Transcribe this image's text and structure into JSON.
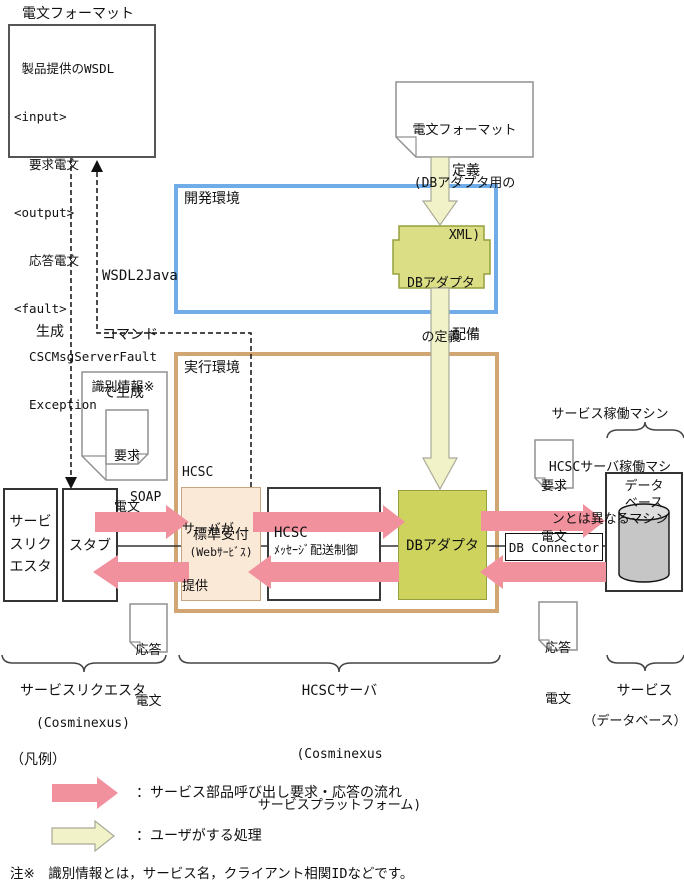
{
  "colors": {
    "pink": "#F2919E",
    "cream": "#F2F2C9",
    "cream-border": "#A9A99A",
    "olive": "#CDD35C",
    "olive-light": "#DBDE85",
    "olive-border": "#96A03C",
    "blue": "#6FACE8",
    "tan": "#D2A672",
    "peach": "#FBE9D8",
    "peach-border": "#C8A482"
  },
  "wsdl_box": {
    "title": "電文フォーマット",
    "lines": [
      " 製品提供のWSDL",
      "<input>",
      "  要求電文",
      "<output>",
      "  応答電文",
      "<fault>",
      "  CSCMsgServerFault",
      "  Exception"
    ]
  },
  "gen_label": "生成",
  "wsdl2java_label": {
    "lines": [
      "WSDL2Java",
      "コマンド",
      "で生成"
    ]
  },
  "xml_doc": {
    "lines": [
      "電文フォーマット",
      "(DBアダプタ用の",
      "XML)"
    ]
  },
  "define_label": "定義",
  "deploy_label": "配備",
  "dev_env": {
    "title": "開発環境",
    "db_adapter_def": {
      "lines": [
        "DBアダプタ",
        "の定義"
      ]
    }
  },
  "run_env": {
    "title": "実行環境",
    "provided_label": {
      "lines": [
        "HCSC",
        "サーバが",
        "提供"
      ]
    }
  },
  "id_doc": {
    "title": "識別情報※",
    "inner": {
      "lines": [
        "要求",
        "電文"
      ]
    }
  },
  "requester_box": {
    "lines": [
      "サービ",
      "スリク",
      "エスタ"
    ]
  },
  "stub_box": {
    "label": "スタブ"
  },
  "soap_label": "SOAP",
  "reception_box": {
    "line1": "標準受付",
    "line2": "(Webｻｰﾋﾞｽ)"
  },
  "hcsc_box": {
    "line1": "HCSC",
    "line2": "ﾒｯｾｰｼﾞ配送制御"
  },
  "db_adapter_box": {
    "label": "DBアダプタ"
  },
  "db_connector": {
    "label": "DB Connector"
  },
  "database_box": {
    "lines": [
      "データ",
      "ベース"
    ]
  },
  "req_doc_right": {
    "lines": [
      "要求",
      "電文"
    ]
  },
  "res_doc_right": {
    "lines": [
      "応答",
      "電文"
    ]
  },
  "res_doc_left": {
    "lines": [
      "応答",
      "電文"
    ]
  },
  "machine_note": {
    "lines": [
      "サービス稼働マシン",
      "HCSCサーバ稼働マシ",
      "ンとは異なるマシン"
    ]
  },
  "groups": {
    "requester": {
      "label": "サービスリクエスタ",
      "sub": "(Cosminexus)"
    },
    "hcsc": {
      "label": "HCSCサーバ",
      "sub_lines": [
        "(Cosminexus",
        "サービスプラットフォーム)"
      ]
    },
    "service": {
      "label": "サービス",
      "sub": "（データベース）"
    }
  },
  "legend": {
    "title": "（凡例）",
    "flow_label": "：サービス部品呼び出し要求・応答の流れ",
    "user_label": "：ユーザがする処理"
  },
  "note": "注※　識別情報とは，サービス名，クライアント相関IDなどです。"
}
